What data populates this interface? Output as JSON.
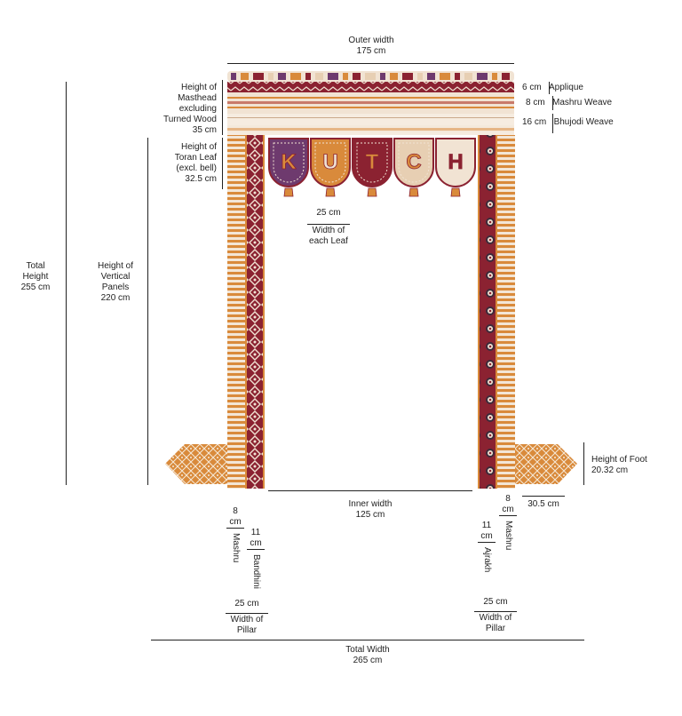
{
  "outer_width": {
    "title": "Outer width",
    "value": "175 cm"
  },
  "masthead_layers": [
    {
      "size": "6 cm",
      "name": "Applique"
    },
    {
      "size": "8 cm",
      "name": "Mashru Weave"
    },
    {
      "size": "16 cm",
      "name": "Bhujodi Weave"
    }
  ],
  "masthead_height": {
    "line1": "Height of",
    "line2": "Masthead",
    "line3": "excluding",
    "line4": "Turned Wood",
    "value": "35 cm"
  },
  "toran_leaf_height": {
    "line1": "Height of",
    "line2": "Toran Leaf",
    "line3": "(excl. bell)",
    "value": "32.5 cm"
  },
  "leaf_width": {
    "value": "25 cm",
    "line1": "Width of",
    "line2": "each Leaf"
  },
  "leaf_letters": [
    "K",
    "U",
    "T",
    "C",
    "H"
  ],
  "total_height": {
    "line1": "Total",
    "line2": "Height",
    "value": "255 cm"
  },
  "vertical_panels": {
    "line1": "Height of",
    "line2": "Vertical",
    "line3": "Panels",
    "value": "220 cm"
  },
  "foot_height": {
    "title": "Height of Foot",
    "value": "20.32 cm"
  },
  "foot_width": {
    "value": "30.5 cm"
  },
  "inner_width": {
    "title": "Inner width",
    "value": "125 cm"
  },
  "left_pillar": {
    "mashru_value": "8",
    "mashru_unit": "cm",
    "mashru_name": "Mashru",
    "bandhini_value": "11",
    "bandhini_unit": "cm",
    "bandhini_name": "Bandhini",
    "width_value": "25 cm",
    "width_line1": "Width of",
    "width_line2": "Pillar"
  },
  "right_pillar": {
    "mashru_value": "8",
    "mashru_unit": "cm",
    "mashru_name": "Mashru",
    "ajrakh_value": "11",
    "ajrakh_unit": "cm",
    "ajrakh_name": "Ajrakh",
    "width_value": "25 cm",
    "width_line1": "Width of",
    "width_line2": "Pillar"
  },
  "total_width": {
    "title": "Total Width",
    "value": "265 cm"
  },
  "colors": {
    "maroon": "#8b2231",
    "orange": "#d98a3b",
    "cream": "#f1e3d3",
    "purple": "#6e3a6e",
    "sand": "#e7cfb3"
  }
}
